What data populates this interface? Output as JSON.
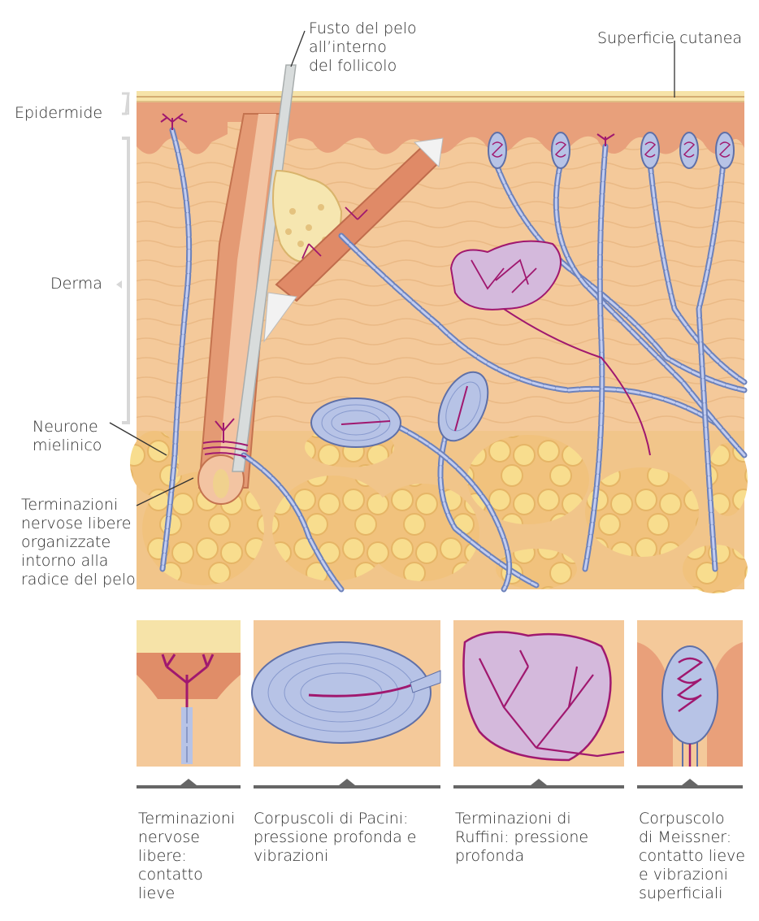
{
  "labels": {
    "hair_shaft": "Fusto del pelo\nall’interno\ndel follicolo",
    "skin_surface": "Superficie cutanea",
    "epidermis": "Epidermide",
    "dermis": "Derma",
    "myelinated_neuron": "Neurone\nmielinico",
    "free_endings_hair": "Terminazioni\nnervose libere\norganizzate\nintorno alla\nradice del pelo"
  },
  "panels": [
    {
      "caption": "Terminazioni\nnervose\nlibere:\ncontatto\nlieve"
    },
    {
      "caption": "Corpuscoli di Pacini:\npressione profonda e\nvibrazioni"
    },
    {
      "caption": "Terminazioni di\nRuffini: pressione\nprofonda"
    },
    {
      "caption": "Corpuscolo\ndi Meissner:\ncontatto lieve\ne vibrazioni\nsuperficiali"
    }
  ],
  "colors": {
    "dermis": "#f4c99a",
    "epidermis": "#e9a27d",
    "fat": "#f6d98a",
    "nerve": "#7b8fc4",
    "axon": "#a0186f",
    "capsule": "#b7c3e6"
  }
}
